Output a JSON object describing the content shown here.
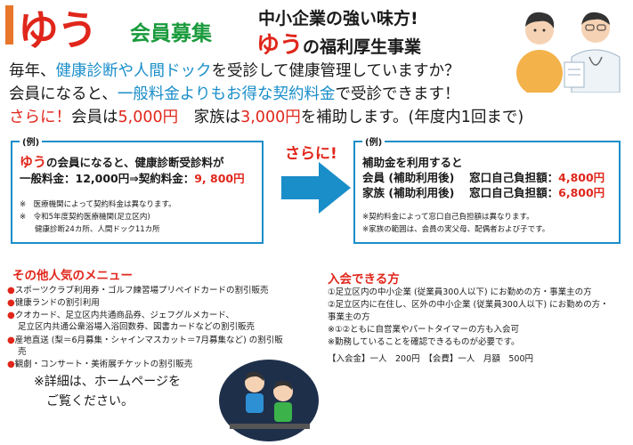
{
  "header": {
    "brand": "ゆう",
    "recruit": "会員募集",
    "headline1": "中小企業の強い味方!",
    "headline2_brand": "ゆう",
    "headline2_rest": "の福利厚生事業"
  },
  "lead": {
    "line1": [
      "毎年、",
      "健康診断や人間ドック",
      "を受診して健康管理していますか？"
    ],
    "line2": [
      "会員になると、",
      "一般料金よりもお得な契約料金",
      "で受診できます！"
    ],
    "line3": [
      "さらに！",
      "会員は",
      "5,000円",
      "　家族は",
      "3,000円",
      "を補助します。(年度内1回まで)"
    ]
  },
  "example_left": {
    "tag": "(例)",
    "line1_brand": "ゆう",
    "line1_rest": "の会員になると、健康診断受診料が",
    "line2_normal": "一般料金：12,000円⇒契約料金：",
    "line2_price": "9, 800円",
    "note1": "※　医療機関によって契約料金は異なります。",
    "note2": "※　令和5年度契約医療機関(足立区内)",
    "note3": "　　健康診断24カ所、人間ドック11カ所"
  },
  "more_label": "さらに!",
  "example_right": {
    "tag": "(例)",
    "line1": "補助金を利用すると",
    "line2_label": "会員 (補助利用後)　 窓口自己負担額：",
    "line2_price": "4,800円",
    "line3_label": "家族 (補助利用後)　 窓口自己負担額：",
    "line3_price": "6,800円",
    "note1": "※契約料金によって窓口自己負担額は異なります。",
    "note2": "※家族の範囲は、会員の実父母、配偶者および子です。"
  },
  "menu": {
    "title": "その他人気のメニュー",
    "items": [
      "スポーツクラブ利用券・ゴルフ練習場プリペイドカードの割引販売",
      "健康ランドの割引利用",
      "クオカード、足立区内共通商品券、ジェフグルメカード、",
      "足立区内共通公衆浴場入浴回数券、図書カードなどの割引販売",
      "産地直送 (梨＝6月募集・シャインマスカット＝7月募集など) の割引販",
      "売",
      "観劇・コンサート・美術展チケットの割引販売"
    ],
    "bullets": [
      true,
      true,
      true,
      false,
      true,
      false,
      true
    ]
  },
  "join": {
    "title": "入会できる方",
    "lines": [
      "①足立区内の中小企業 (従業員300人以下) にお勤めの方・事業主の方",
      "②足立区内に在住し、区外の中小企業 (従業員300人以下) にお勤めの方・",
      "事業主の方",
      "※①②ともに自営業やパートタイマーの方も入会可",
      "※勤務していることを確認できるものが必要です。",
      "【入会金】一人　200円　【会費】一人　月額　500円"
    ]
  },
  "detail": {
    "line1": "※詳細は、ホームページを",
    "line2": "ご覧ください。"
  },
  "colors": {
    "accent_red": "#e0261b",
    "accent_blue": "#1a8ec9",
    "accent_green": "#1a9a3c",
    "accent_orange": "#e8762b"
  }
}
